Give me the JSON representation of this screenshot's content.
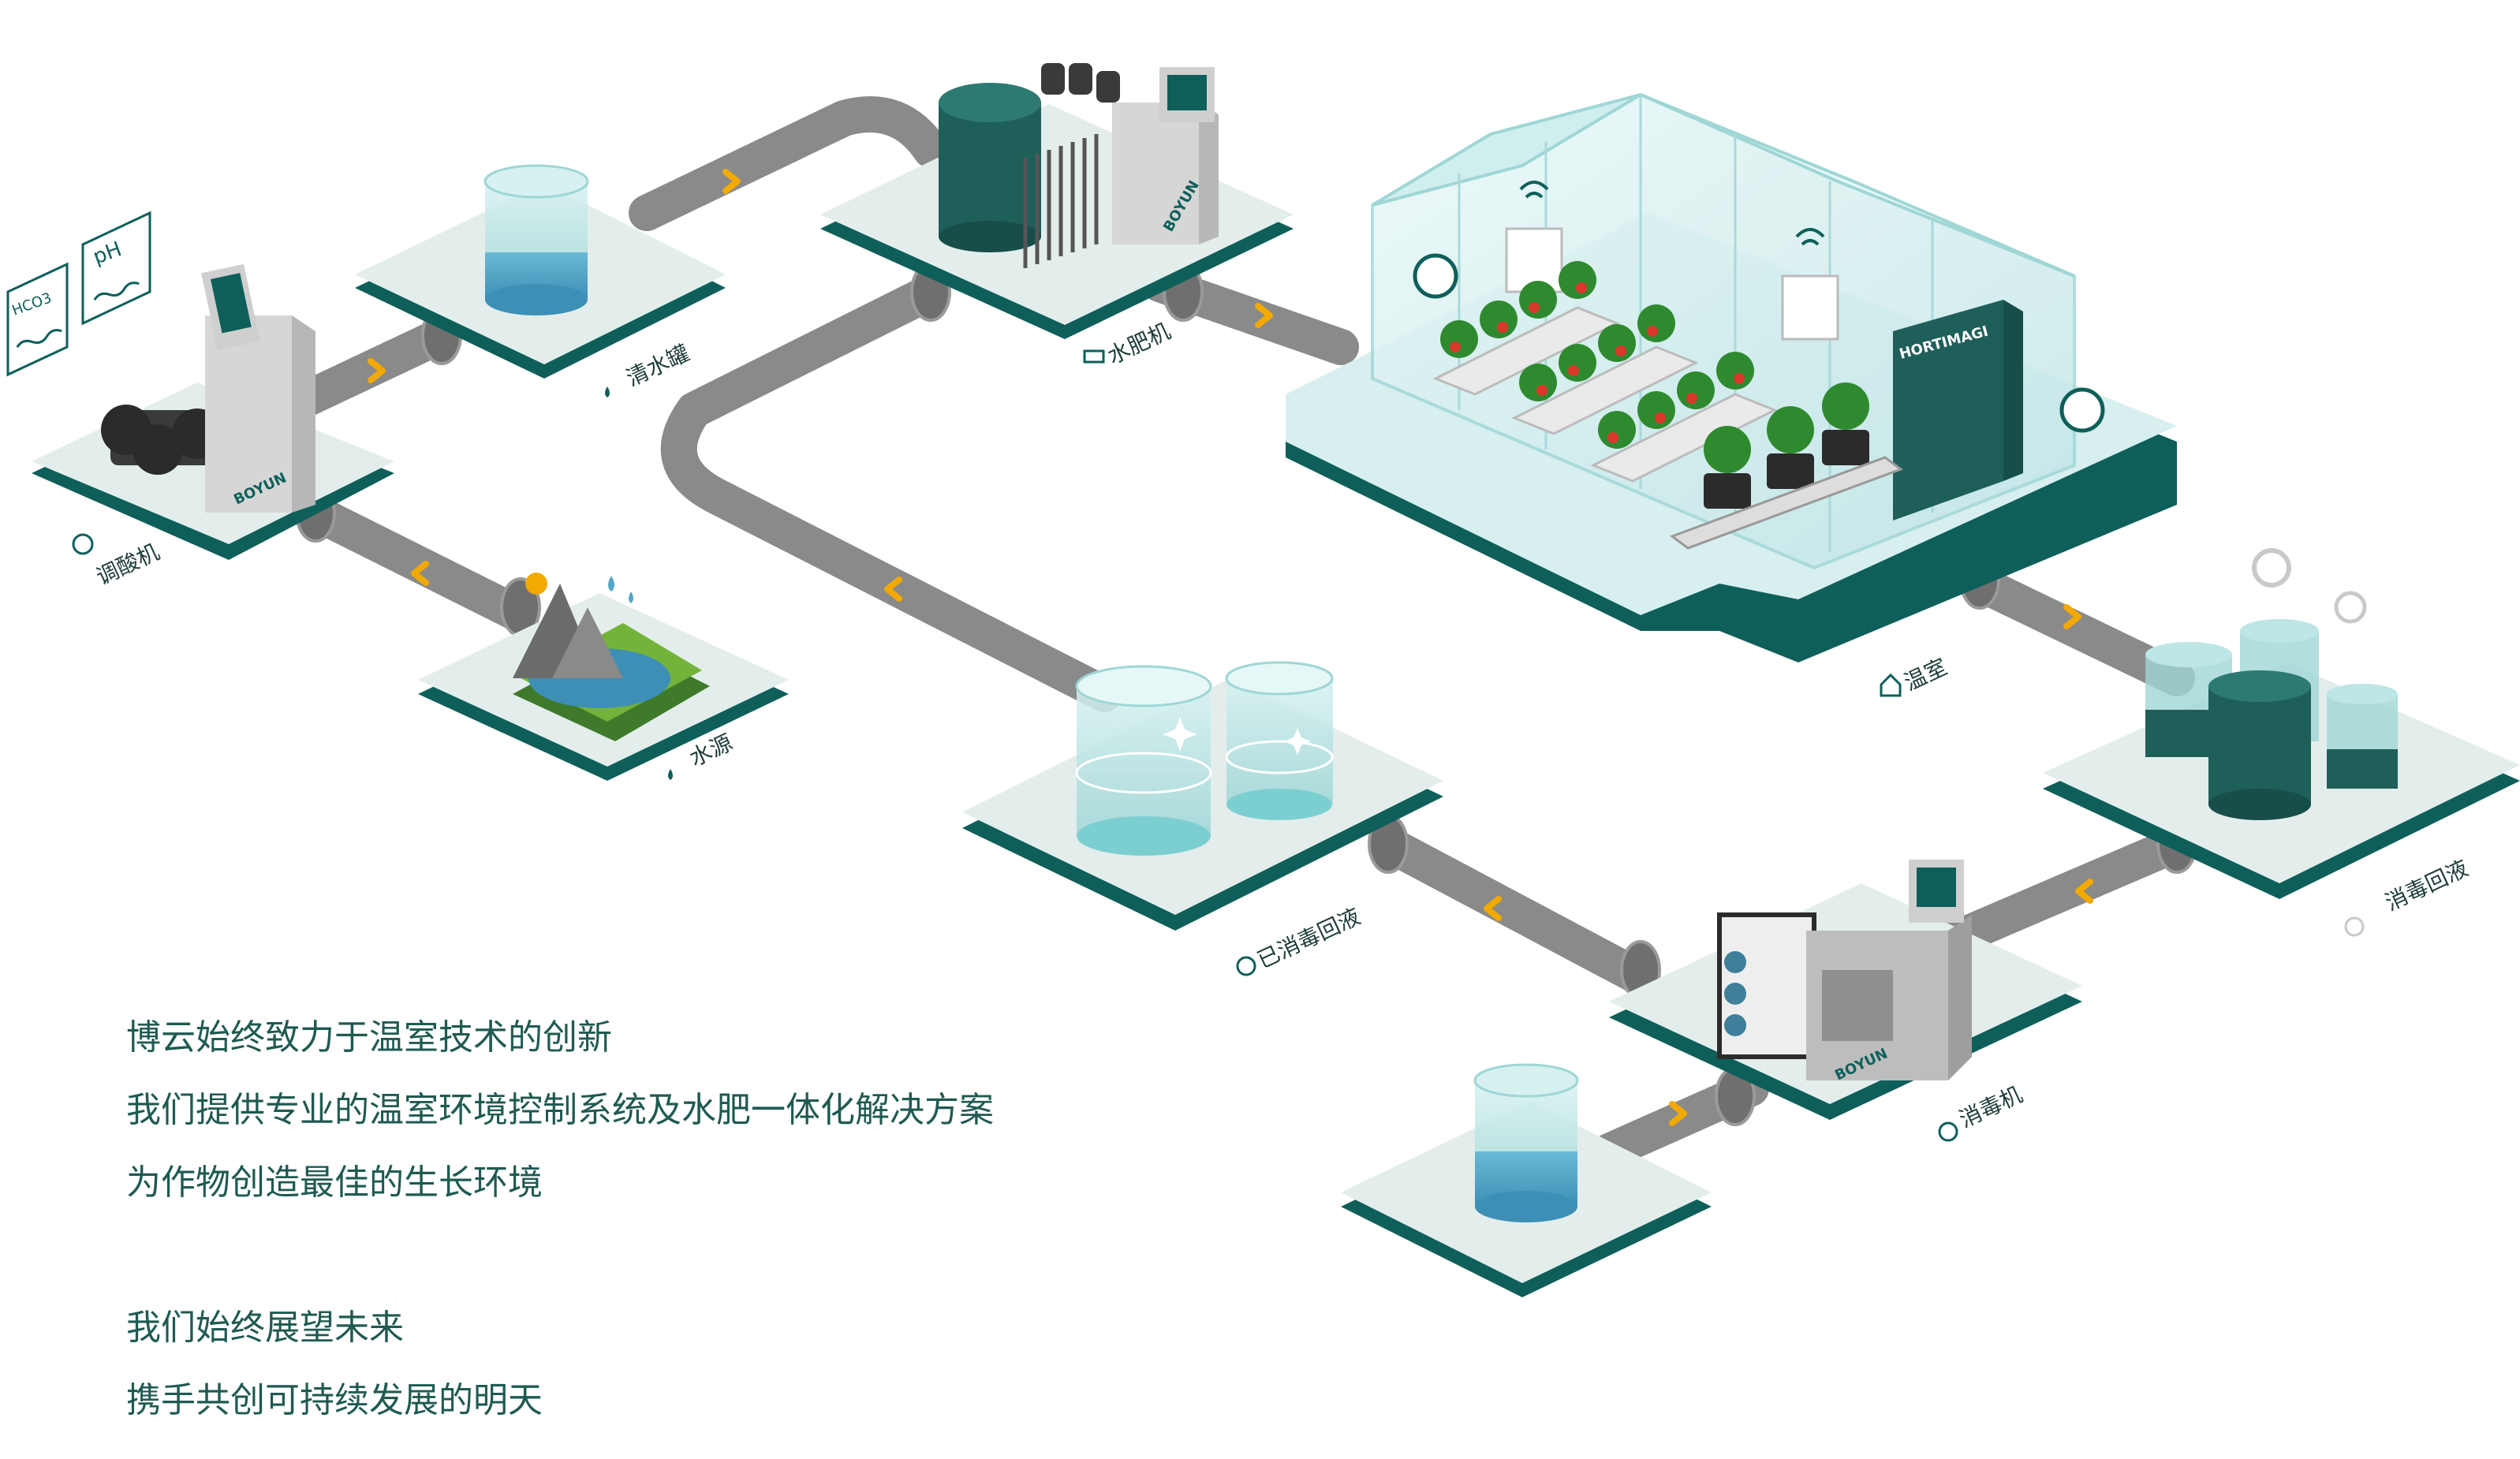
{
  "nodes": {
    "acid_machine": {
      "label": "调酸机",
      "brand": "BOYUN"
    },
    "water_source": {
      "label": "水源"
    },
    "clear_tank": {
      "label": "清水罐"
    },
    "fertigation": {
      "label": "水肥机",
      "brand": "BOYUN"
    },
    "greenhouse": {
      "label": "温室",
      "controller_brand": "HORTIMAGI"
    },
    "disinfect_return": {
      "label": "消毒回液"
    },
    "disinfector": {
      "label": "消毒机",
      "brand": "BOYUN"
    },
    "disinfected_return": {
      "label": "已消毒回液"
    }
  },
  "badges": {
    "hco3": "HCO3",
    "ph": "pH"
  },
  "intro": {
    "line1": "博云始终致力于温室技术的创新",
    "line2": "我们提供专业的温室环境控制系统及水肥一体化解决方案",
    "line3": "为作物创造最佳的生长环境",
    "line4": "我们始终展望未来",
    "line5": "携手共创可持续发展的明天"
  },
  "colors": {
    "platform_top": "#e3eeec",
    "platform_side": "#0e5f5a",
    "pipe": "#8a8a8a",
    "pipe_joint": "#6f6f6f",
    "arrow": "#f2a900",
    "water": "#4fa6c8",
    "tank_glass": "#bfe6e6",
    "text": "#1f5a52"
  }
}
